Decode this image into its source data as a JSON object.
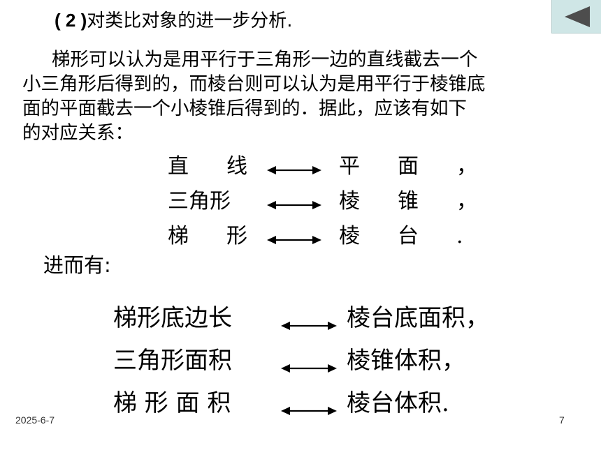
{
  "heading": {
    "number": "( 2 )",
    "text": "对类比对象的进一步分析."
  },
  "nav": {
    "back_icon": "triangle-left-icon",
    "panel_color": "#cfe6e6",
    "icon_color": "#4d4d4d"
  },
  "paragraph": {
    "lines": [
      "梯形可以认为是用平行于三角形一边的直线截去一个",
      "小三角形后得到的，而棱台则可以认为是用平行于棱锥底",
      "面的平面截去一个小棱锥后得到的．据此，应该有如下",
      "的对应关系："
    ]
  },
  "correspondence1": [
    {
      "left": "直线",
      "right": "平面，"
    },
    {
      "left": "三角形",
      "right": "棱锥，"
    },
    {
      "left": "梯形",
      "right": "棱台."
    }
  ],
  "further": "进而有:",
  "correspondence2": [
    {
      "left": "梯形底边长",
      "right": "棱台底面积，"
    },
    {
      "left": "三角形面积",
      "right": "棱锥体积，"
    },
    {
      "left": "梯 形 面 积",
      "right": "棱台体积."
    }
  ],
  "footer": {
    "date": "2025-6-7",
    "page": "7"
  }
}
